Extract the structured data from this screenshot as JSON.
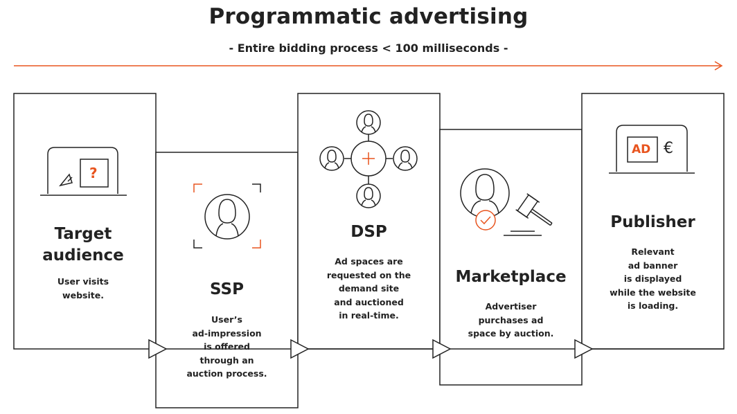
{
  "header": {
    "title": "Programmatic advertising",
    "subtitle": "- Entire bidding process < 100 milliseconds -"
  },
  "colors": {
    "accent": "#e8541e",
    "ink": "#222222",
    "background": "#ffffff"
  },
  "stages": [
    {
      "title": "Target\naudience",
      "description": "User visits\nwebsite.",
      "icon": "laptop-cursor-question-icon",
      "icon_text": "?"
    },
    {
      "title": "SSP",
      "description": "User’s\nad-impression\nis offered\nthrough an\nauction process.",
      "icon": "user-focus-frame-icon"
    },
    {
      "title": "DSP",
      "description": "Ad spaces are\nrequested on the\ndemand site\nand auctioned\nin real-time.",
      "icon": "user-network-icon"
    },
    {
      "title": "Marketplace",
      "description": "Advertiser\npurchases ad\nspace by auction.",
      "icon": "user-check-gavel-icon"
    },
    {
      "title": "Publisher",
      "description": "Relevant\nad banner\nis displayed\nwhile the website\nis loading.",
      "icon": "laptop-ad-euro-icon",
      "icon_text": "AD",
      "icon_symbol": "€"
    }
  ]
}
